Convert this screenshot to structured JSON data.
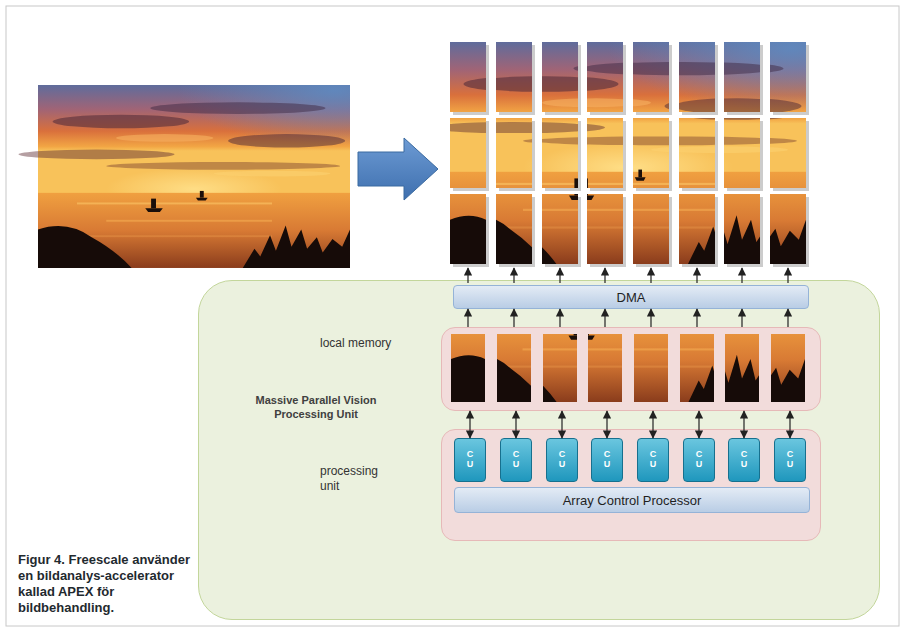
{
  "diagram": {
    "caption": "Figur 4. Freescale använder en bildanalys-accelerator kallad APEX för bildbehandling.",
    "nodes": [
      {
        "text": [
          "Massive Parallel Vision Processing Unit"
        ]
      },
      {
        "text": [
          "DMA"
        ],
        "in": 0
      },
      {
        "text": [
          "local memory"
        ],
        "in": 0
      },
      {
        "text": [
          "processing unit"
        ],
        "in": 0
      },
      {
        "text": [
          "C U"
        ],
        "in": 3
      },
      {
        "text": [
          "C U"
        ],
        "in": 3
      },
      {
        "text": [
          "C U"
        ],
        "in": 3
      },
      {
        "text": [
          "C U"
        ],
        "in": 3
      },
      {
        "text": [
          "C U"
        ],
        "in": 3
      },
      {
        "text": [
          "C U"
        ],
        "in": 3
      },
      {
        "text": [
          "C U"
        ],
        "in": 3
      },
      {
        "text": [
          "C U"
        ],
        "in": 3
      },
      {
        "text": [
          "Array Control Processor"
        ],
        "in": 3
      }
    ],
    "edges": [
      {
        "from": 2,
        "to": 1,
        "arrow": "to"
      },
      {
        "from": 2,
        "to": 1,
        "arrow": "to"
      },
      {
        "from": 2,
        "to": 1,
        "arrow": "to"
      },
      {
        "from": 2,
        "to": 1,
        "arrow": "to"
      },
      {
        "from": 2,
        "to": 1,
        "arrow": "to"
      },
      {
        "from": 2,
        "to": 1,
        "arrow": "to"
      },
      {
        "from": 2,
        "to": 1,
        "arrow": "to"
      },
      {
        "from": 2,
        "to": 1,
        "arrow": "to"
      },
      {
        "from": 2,
        "to": 4,
        "arrow": "both"
      },
      {
        "from": 2,
        "to": 5,
        "arrow": "both"
      },
      {
        "from": 2,
        "to": 6,
        "arrow": "both"
      },
      {
        "from": 2,
        "to": 7,
        "arrow": "both"
      },
      {
        "from": 2,
        "to": 8,
        "arrow": "both"
      },
      {
        "from": 2,
        "to": 9,
        "arrow": "both"
      },
      {
        "from": 2,
        "to": 10,
        "arrow": "both"
      },
      {
        "from": 2,
        "to": 11,
        "arrow": "both"
      }
    ]
  }
}
